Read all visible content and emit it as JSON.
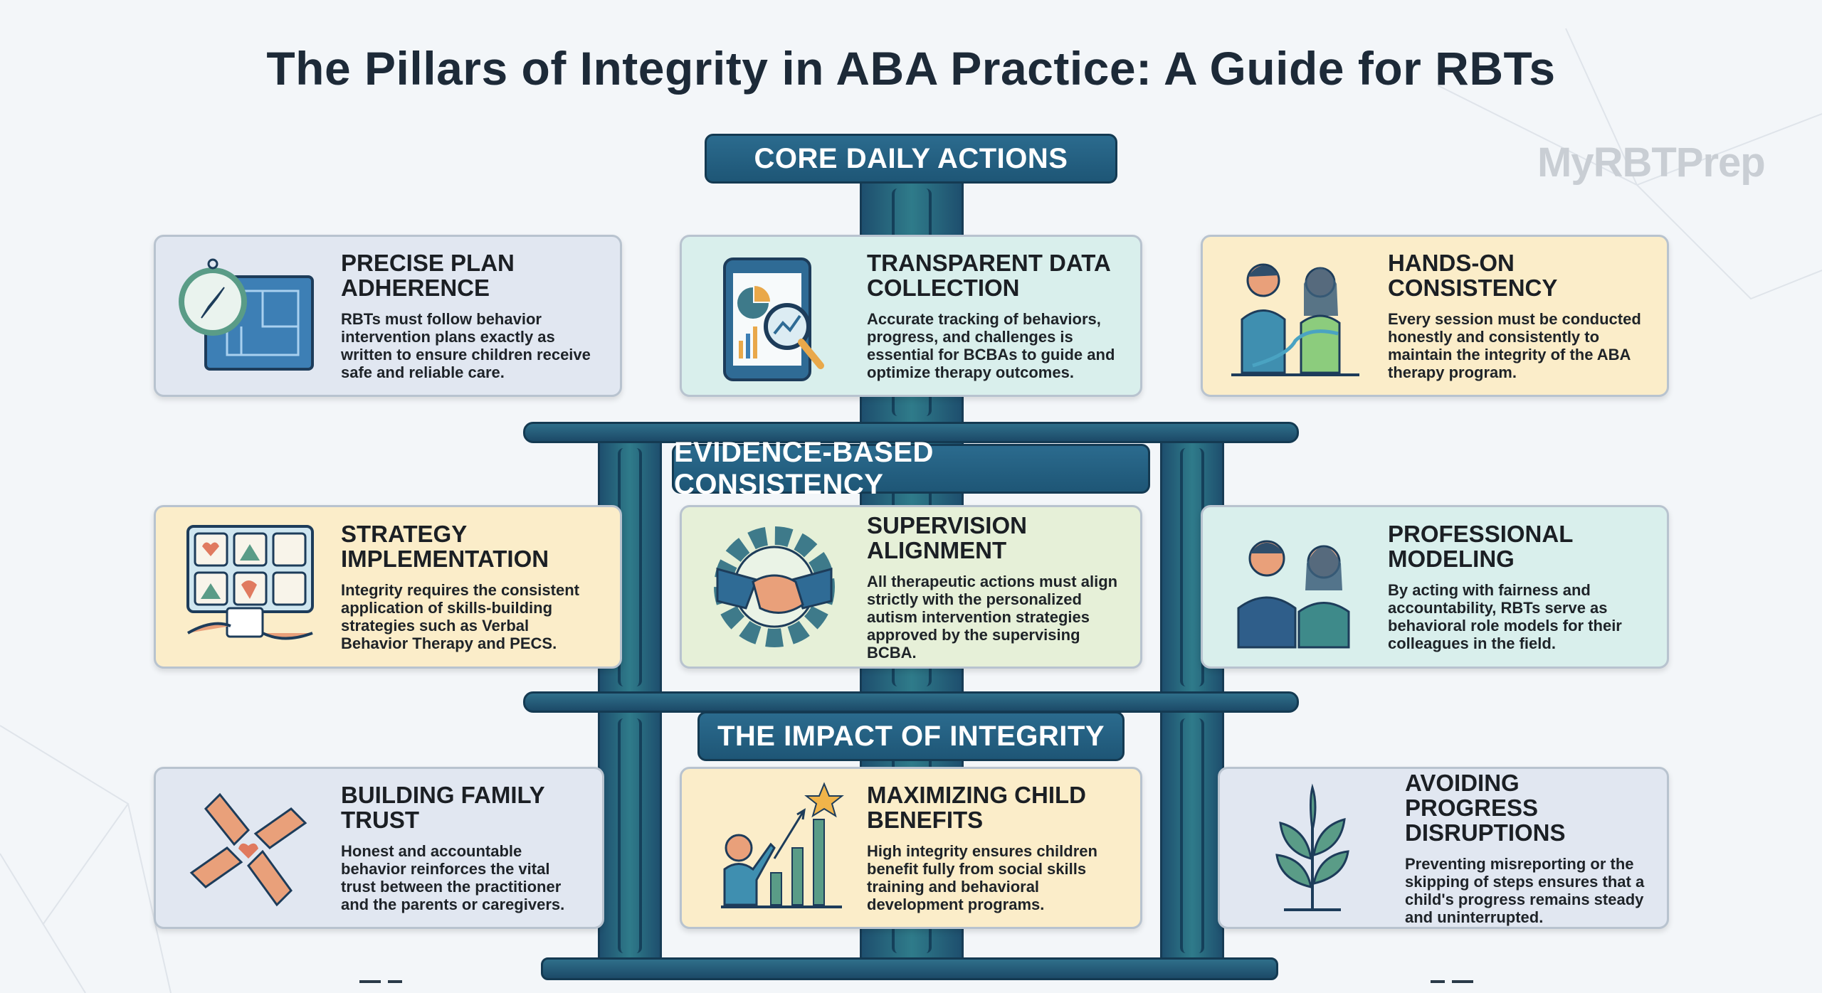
{
  "title": "The Pillars of Integrity in ABA Practice: A Guide for RBTs",
  "watermark": "MyRBTPrep",
  "sections": [
    {
      "banner": "CORE DAILY ACTIONS",
      "cards": [
        {
          "title": "Precise Plan Adherence",
          "text": "RBTs must follow behavior intervention plans exactly as written to ensure children receive safe and reliable care.",
          "icon": "compass-blueprint-icon"
        },
        {
          "title": "Transparent Data Collection",
          "text": "Accurate tracking of behaviors, progress, and challenges is essential for BCBAs to guide and optimize therapy outcomes.",
          "icon": "tablet-chart-magnifier-icon"
        },
        {
          "title": "Hands-On Consistency",
          "text": "Every session must be conducted honestly and consistently to maintain the integrity of the ABA therapy program.",
          "icon": "therapist-child-icon"
        }
      ]
    },
    {
      "banner": "EVIDENCE-BASED CONSISTENCY",
      "cards": [
        {
          "title": "Strategy Implementation",
          "text": "Integrity requires the consistent application of skills-building strategies such as Verbal Behavior Therapy and PECS.",
          "icon": "picture-cards-icon"
        },
        {
          "title": "Supervision Alignment",
          "text": "All therapeutic actions must align strictly with the personalized autism intervention strategies approved by the supervising BCBA.",
          "icon": "gear-handshake-icon"
        },
        {
          "title": "Professional Modeling",
          "text": "By acting with fairness and accountability, RBTs serve as behavioral role models for their colleagues in the field.",
          "icon": "professionals-icon"
        }
      ]
    },
    {
      "banner": "THE IMPACT OF INTEGRITY",
      "cards": [
        {
          "title": "Building Family Trust",
          "text": "Honest and accountable behavior reinforces the vital trust between the practitioner and the parents or caregivers.",
          "icon": "joined-hands-heart-icon"
        },
        {
          "title": "Maximizing Child Benefits",
          "text": "High integrity ensures children benefit fully from social skills training and behavioral development programs.",
          "icon": "child-growth-chart-icon"
        },
        {
          "title": "Avoiding Progress Disruptions",
          "text": "Preventing misreporting or the skipping of steps ensures that a child's progress remains steady and uninterrupted.",
          "icon": "sprout-icon"
        }
      ]
    }
  ],
  "colors": {
    "pillar": "#1e5676",
    "card_blue": "#e1e7f1",
    "card_mint": "#d9efec",
    "card_cream": "#fbedc9",
    "card_sage": "#e6f0d8"
  }
}
